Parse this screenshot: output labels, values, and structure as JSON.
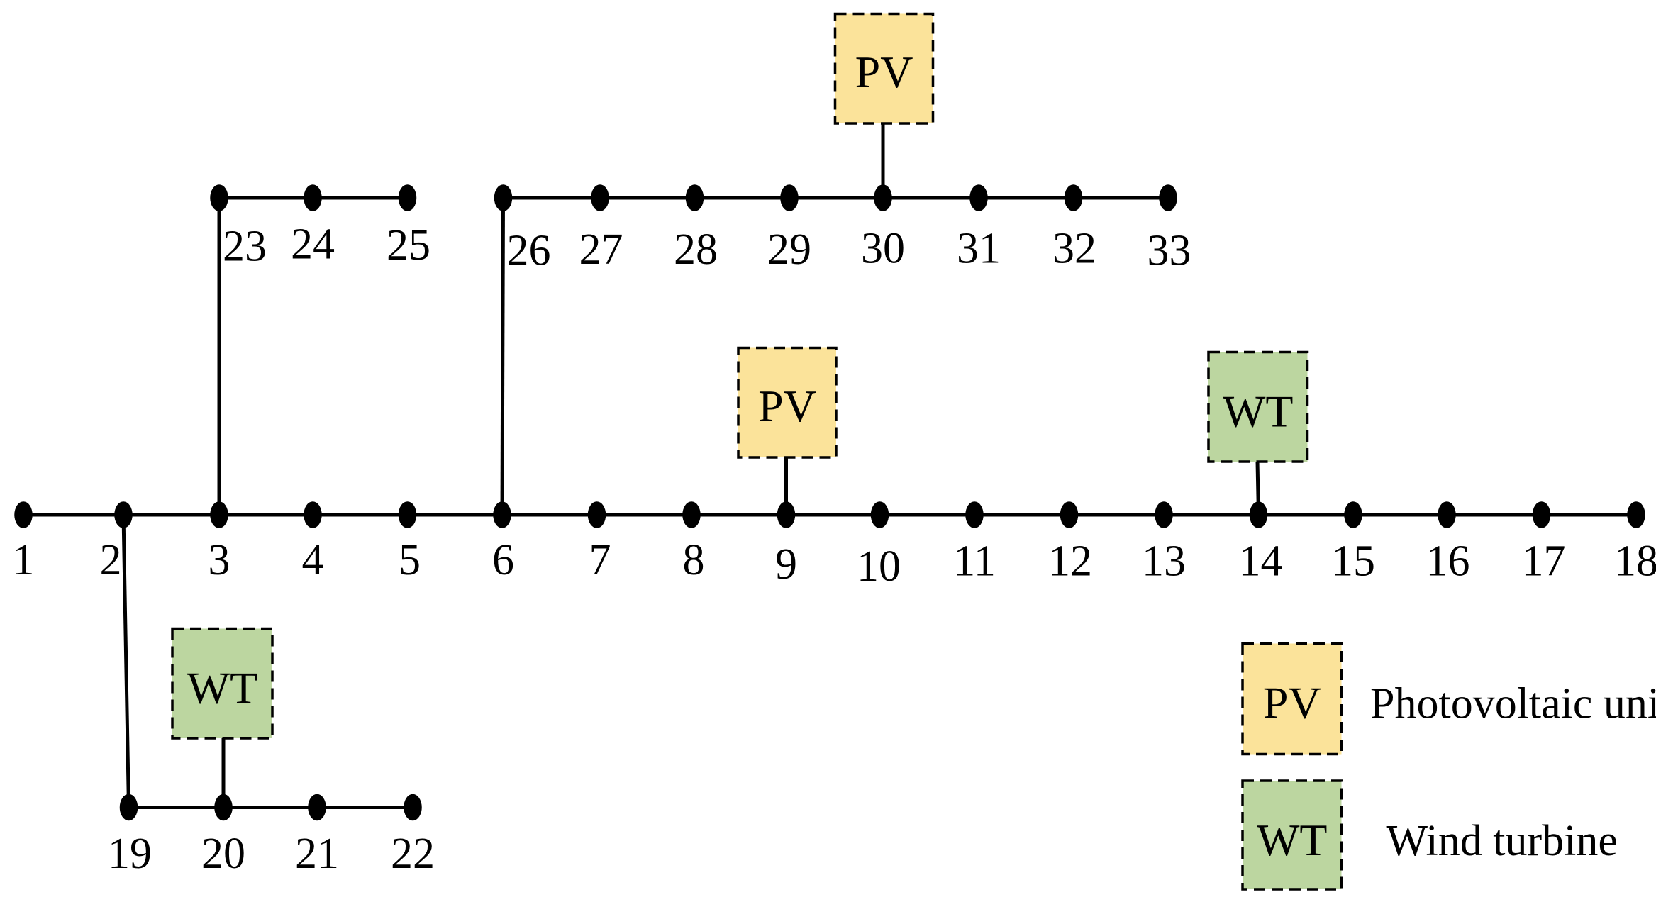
{
  "colors": {
    "pv_fill": "#fbe39a",
    "wt_fill": "#bcd6a0",
    "line": "#000000"
  },
  "buses": [
    {
      "id": "1"
    },
    {
      "id": "2"
    },
    {
      "id": "3"
    },
    {
      "id": "4"
    },
    {
      "id": "5"
    },
    {
      "id": "6"
    },
    {
      "id": "7"
    },
    {
      "id": "8"
    },
    {
      "id": "9"
    },
    {
      "id": "10"
    },
    {
      "id": "11"
    },
    {
      "id": "12"
    },
    {
      "id": "13"
    },
    {
      "id": "14"
    },
    {
      "id": "15"
    },
    {
      "id": "16"
    },
    {
      "id": "17"
    },
    {
      "id": "18"
    },
    {
      "id": "19"
    },
    {
      "id": "20"
    },
    {
      "id": "21"
    },
    {
      "id": "22"
    },
    {
      "id": "23"
    },
    {
      "id": "24"
    },
    {
      "id": "25"
    },
    {
      "id": "26"
    },
    {
      "id": "27"
    },
    {
      "id": "28"
    },
    {
      "id": "29"
    },
    {
      "id": "30"
    },
    {
      "id": "31"
    },
    {
      "id": "32"
    },
    {
      "id": "33"
    }
  ],
  "generators": [
    {
      "type": "PV",
      "label": "PV",
      "bus": "30"
    },
    {
      "type": "PV",
      "label": "PV",
      "bus": "9"
    },
    {
      "type": "WT",
      "label": "WT",
      "bus": "14"
    },
    {
      "type": "WT",
      "label": "WT",
      "bus": "20"
    }
  ],
  "legend": [
    {
      "type": "PV",
      "symbol": "PV",
      "text": "Photovoltaic unit"
    },
    {
      "type": "WT",
      "symbol": "WT",
      "text": "Wind turbine"
    }
  ]
}
